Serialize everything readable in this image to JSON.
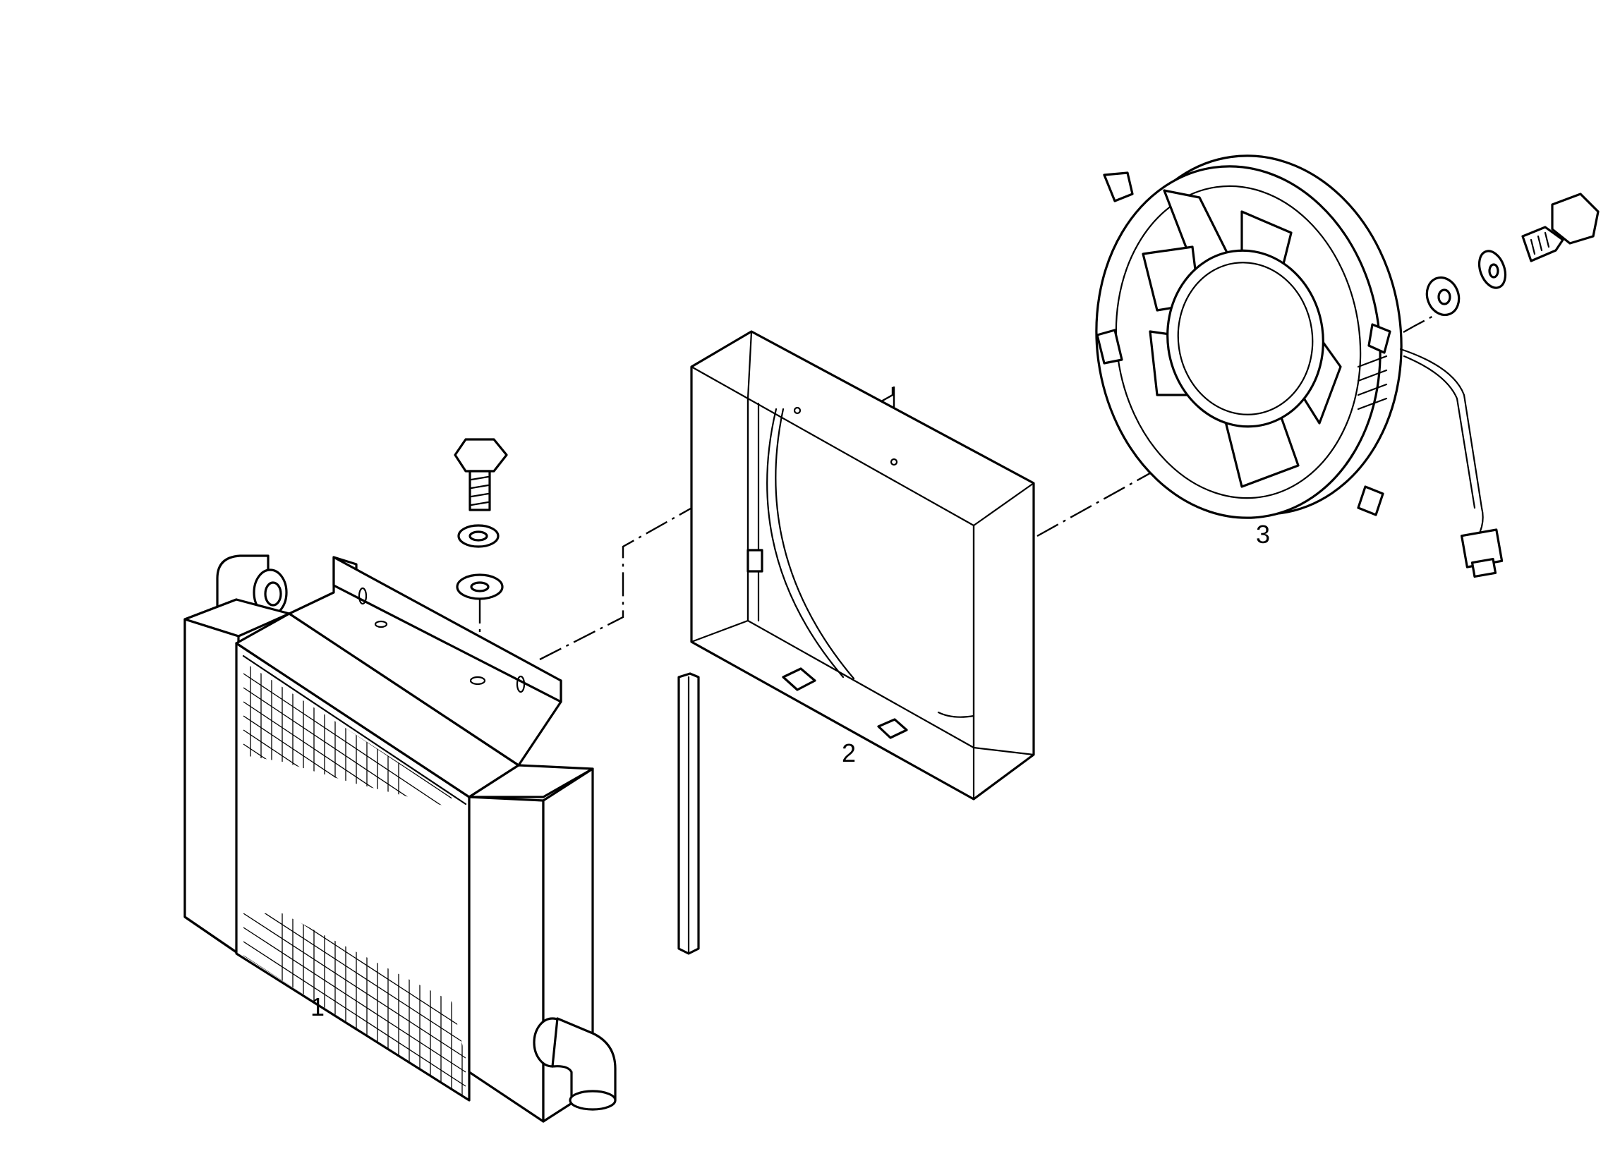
{
  "diagram": {
    "callouts": [
      {
        "id": "radiator",
        "label": "1"
      },
      {
        "id": "shroud",
        "label": "2"
      },
      {
        "id": "fan",
        "label": "3"
      }
    ]
  }
}
